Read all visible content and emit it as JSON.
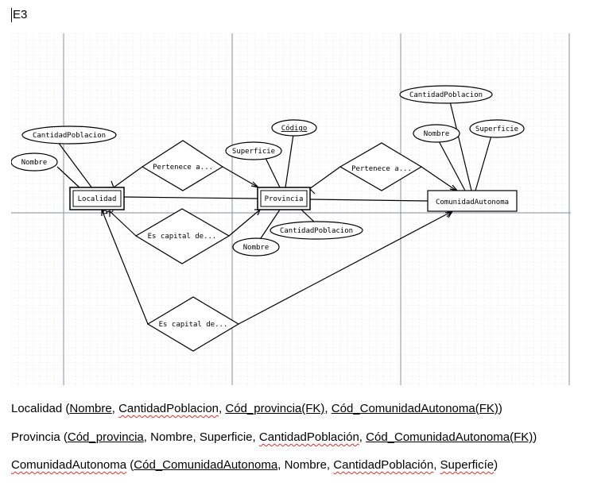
{
  "page_label": "E3",
  "diagram": {
    "entities": {
      "localidad": "Localidad",
      "provincia": "Provincia",
      "comunidad": "ComunidadAutonoma"
    },
    "relationships": {
      "pertenece_1": "Pertenece a...",
      "pertenece_2": "Pertenece a...",
      "capital_1": "Es capital de...",
      "capital_2": "Es capital de..."
    },
    "attributes": {
      "loc_cantidad": "CantidadPoblacion",
      "loc_nombre": "Nombre",
      "prov_codigo": "Código",
      "prov_superficie": "Superficie",
      "prov_cantidad": "CantidadPoblacion",
      "prov_nombre": "Nombre",
      "com_cantidad": "CantidadPoblacion",
      "com_nombre": "Nombre",
      "com_superficie": "Superficie"
    }
  },
  "schema": {
    "localidad": {
      "table": "Localidad",
      "pk": "Nombre",
      "a1": "CantidadPoblacion",
      "a2": "Cód_provincia(FK)",
      "a3": "Cód_ComunidadAutonoma(FK)"
    },
    "provincia": {
      "table": "Provincia",
      "pk": "Cód_provincia",
      "a1": "Nombre",
      "a2": "Superficie",
      "a3": "CantidadPoblación",
      "a4": "Cód_ComunidadAutonoma(FK)"
    },
    "comunidad": {
      "table": "ComunidadAutonoma",
      "pk": "Cód_ComunidadAutonoma",
      "a1": "Nombre",
      "a2": "CantidadPoblación",
      "a3": "Superficíe"
    }
  }
}
